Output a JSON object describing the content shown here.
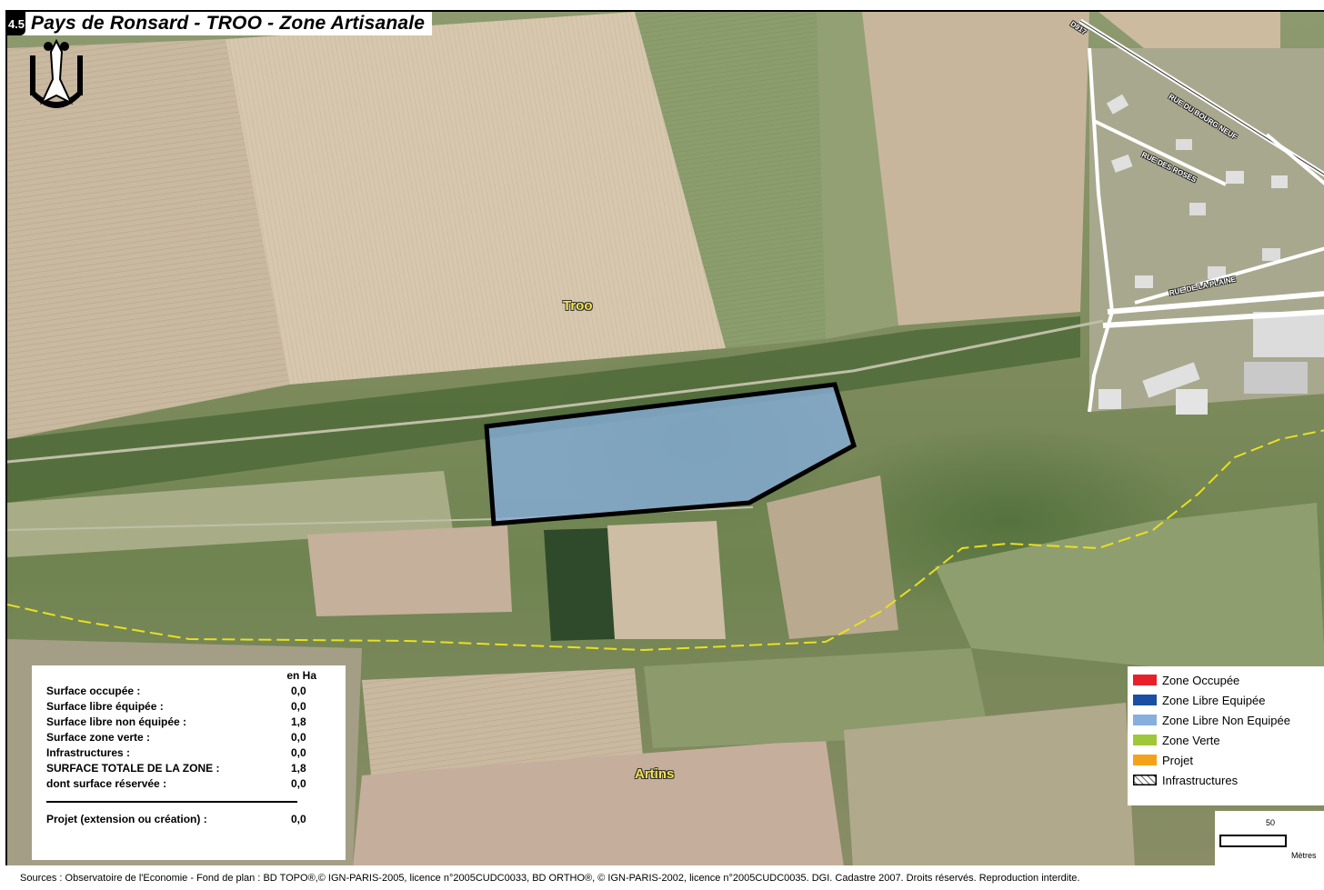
{
  "header": {
    "map_number": "4.5",
    "title": "Pays de Ronsard - TROO - Zone Artisanale"
  },
  "places": {
    "troo": "Troo",
    "artins": "Artins"
  },
  "streets": {
    "d917": "D917",
    "bourg_neuf": "RUE DU BOURG NEUF",
    "roses": "RUE DES ROSES",
    "plaine": "RUE DE LA PLAINE"
  },
  "stats": {
    "unit_header": "en Ha",
    "rows": [
      {
        "label": "Surface occupée :",
        "value": "0,0"
      },
      {
        "label": "Surface libre équipée :",
        "value": "0,0"
      },
      {
        "label": "Surface libre non équipée :",
        "value": "1,8"
      },
      {
        "label": "Surface zone verte :",
        "value": "0,0"
      },
      {
        "label": "Infrastructures :",
        "value": "0,0"
      },
      {
        "label": "SURFACE TOTALE DE LA ZONE :",
        "value": "1,8"
      },
      {
        "label": "dont surface réservée :",
        "value": "0,0"
      }
    ],
    "project": {
      "label": "Projet (extension ou création) :",
      "value": "0,0"
    }
  },
  "legend": {
    "items": [
      {
        "label": "Zone Occupée",
        "color": "#e8202a"
      },
      {
        "label": "Zone Libre Equipée",
        "color": "#1a4fa3"
      },
      {
        "label": "Zone Libre Non Equipée",
        "color": "#86aede"
      },
      {
        "label": "Zone Verte",
        "color": "#9ec83a"
      },
      {
        "label": "Projet",
        "color": "#f5a21b"
      },
      {
        "label": "Infrastructures",
        "color": "hatched"
      }
    ]
  },
  "scale": {
    "value": "50",
    "unit": "Mètres"
  },
  "sources": "Sources : Observatoire de l'Economie  -  Fond de plan : BD TOPO®,© IGN-PARIS-2005, licence n°2005CUDC0033, BD ORTHO®, © IGN-PARIS-2002, licence n°2005CUDC0035. DGI. Cadastre 2007. Droits réservés. Reproduction interdite.",
  "zone": {
    "type": "Zone Libre Non Equipée",
    "fill": "#86aede"
  }
}
